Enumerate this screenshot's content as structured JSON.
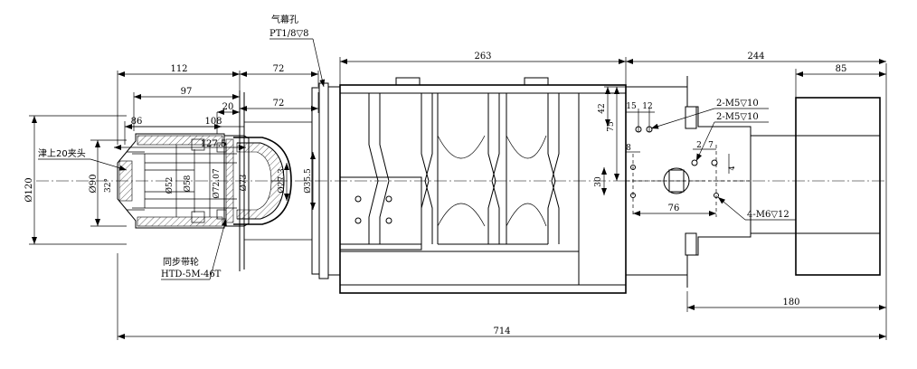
{
  "notes": {
    "air_hole": "气幕孔",
    "air_hole_spec": "PT1/8▽8",
    "collet": "津上20夹头",
    "pulley": "同步带轮",
    "pulley_spec": "HTD-5M-46T",
    "m5_top": "2-M5▽10",
    "m5_mid": "2-M5▽10",
    "m6": "4-M6▽12"
  },
  "dims": {
    "d112": "112",
    "d72a": "72",
    "d263": "263",
    "d244": "244",
    "d85": "85",
    "d97": "97",
    "d72b": "72",
    "d20": "20",
    "d86": "86",
    "d108": "108",
    "d127": "127.5",
    "d42": "42",
    "d75": "75",
    "d15": "15",
    "d12": "12",
    "d8": "8",
    "d27": "2",
    "d7": "7",
    "d30": "30",
    "d76": "76",
    "d180": "180",
    "d714": "714",
    "phi120": "Ø120",
    "phi90": "Ø90",
    "phi32": "32°",
    "phi52": "Ø52",
    "phi58": "Ø58",
    "phi72": "Ø72.07",
    "phi73": "Ø73",
    "phi27": "Ø27.3",
    "phi355": "Ø35.5",
    "d4": "4"
  }
}
